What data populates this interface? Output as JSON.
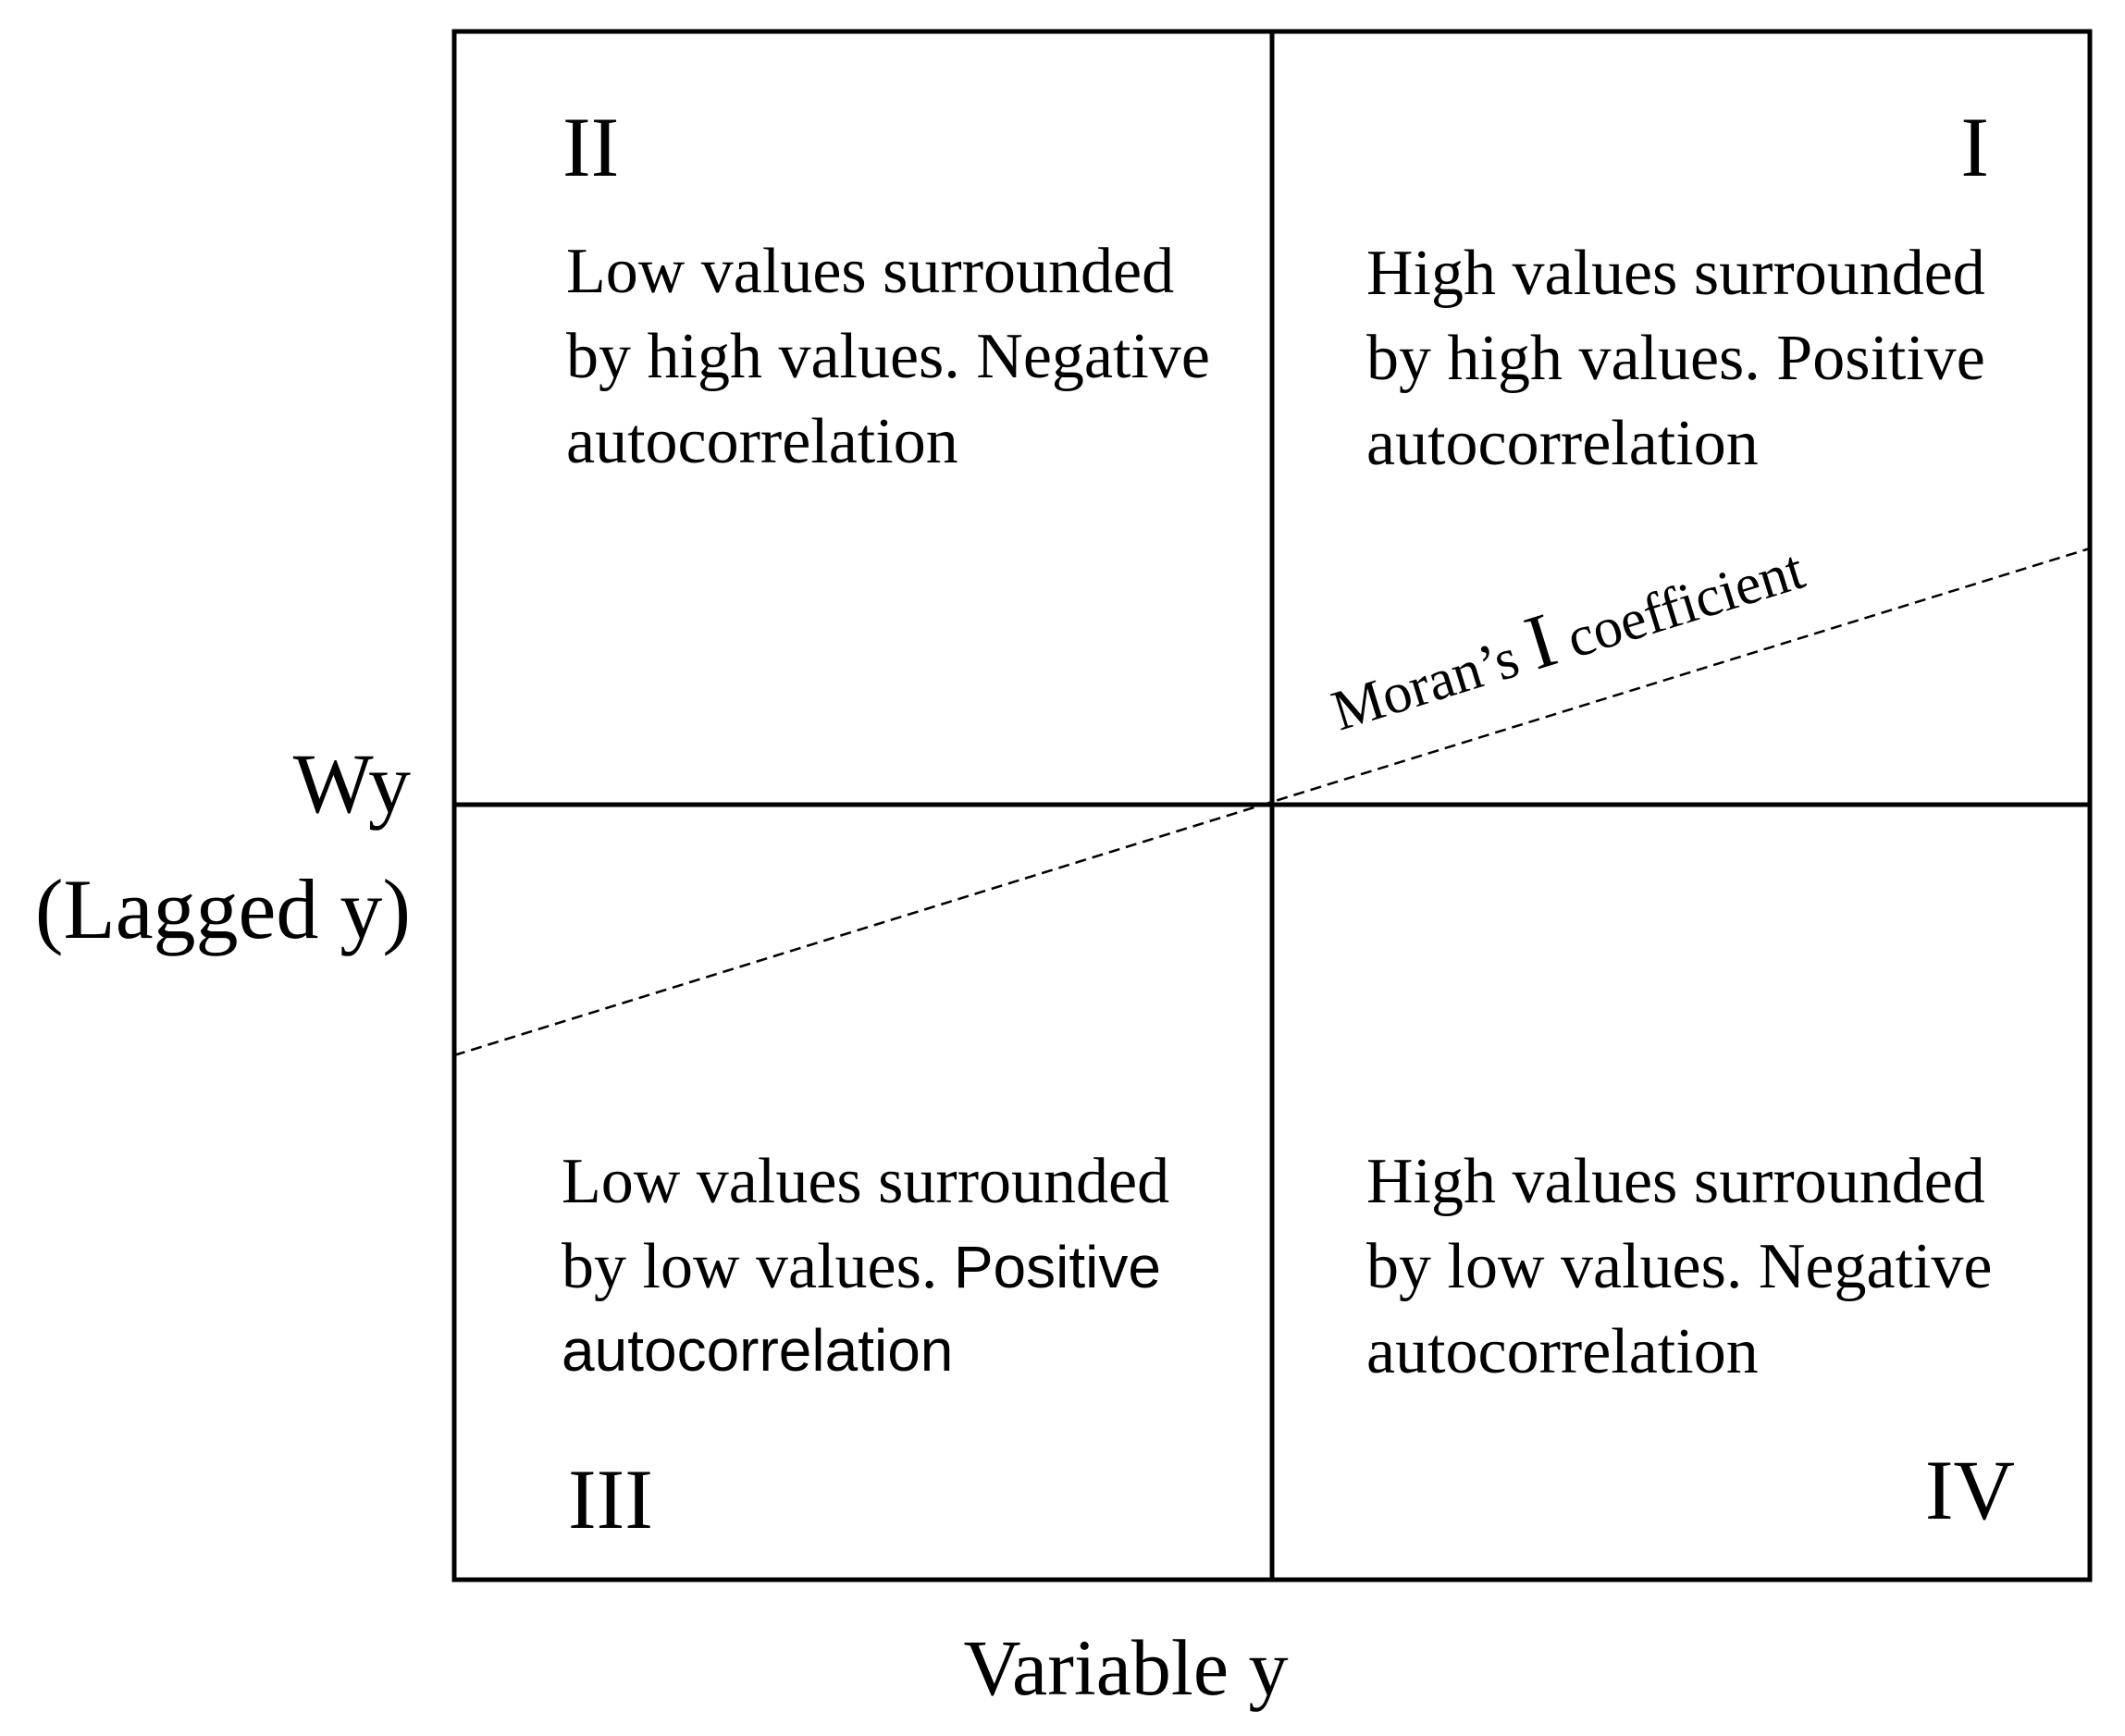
{
  "axes": {
    "y_label_line1": "Wy",
    "y_label_line2": "(Lagged y)",
    "x_label": "Variable y"
  },
  "quadrants": {
    "q1": {
      "numeral": "I",
      "line1": "High values surrounded",
      "line2": "by high values. Positive",
      "line3": "autocorrelation"
    },
    "q2": {
      "numeral": "II",
      "line1": "Low values surrounded",
      "line2": "by high values. Negative",
      "line3": "autocorrelation"
    },
    "q3": {
      "numeral": "III",
      "line1": "Low values surrounded",
      "line2_serif": "by low values. ",
      "line2_sans": "Positive",
      "line3": "autocorrelation"
    },
    "q4": {
      "numeral": "IV",
      "line1": "High values surrounded",
      "line2": "by low values. Negative",
      "line3": "autocorrelation"
    }
  },
  "regression_line": {
    "label_prefix": "Moran’s ",
    "label_symbol": "I",
    "label_suffix": " coefficient",
    "style": "dashed"
  }
}
